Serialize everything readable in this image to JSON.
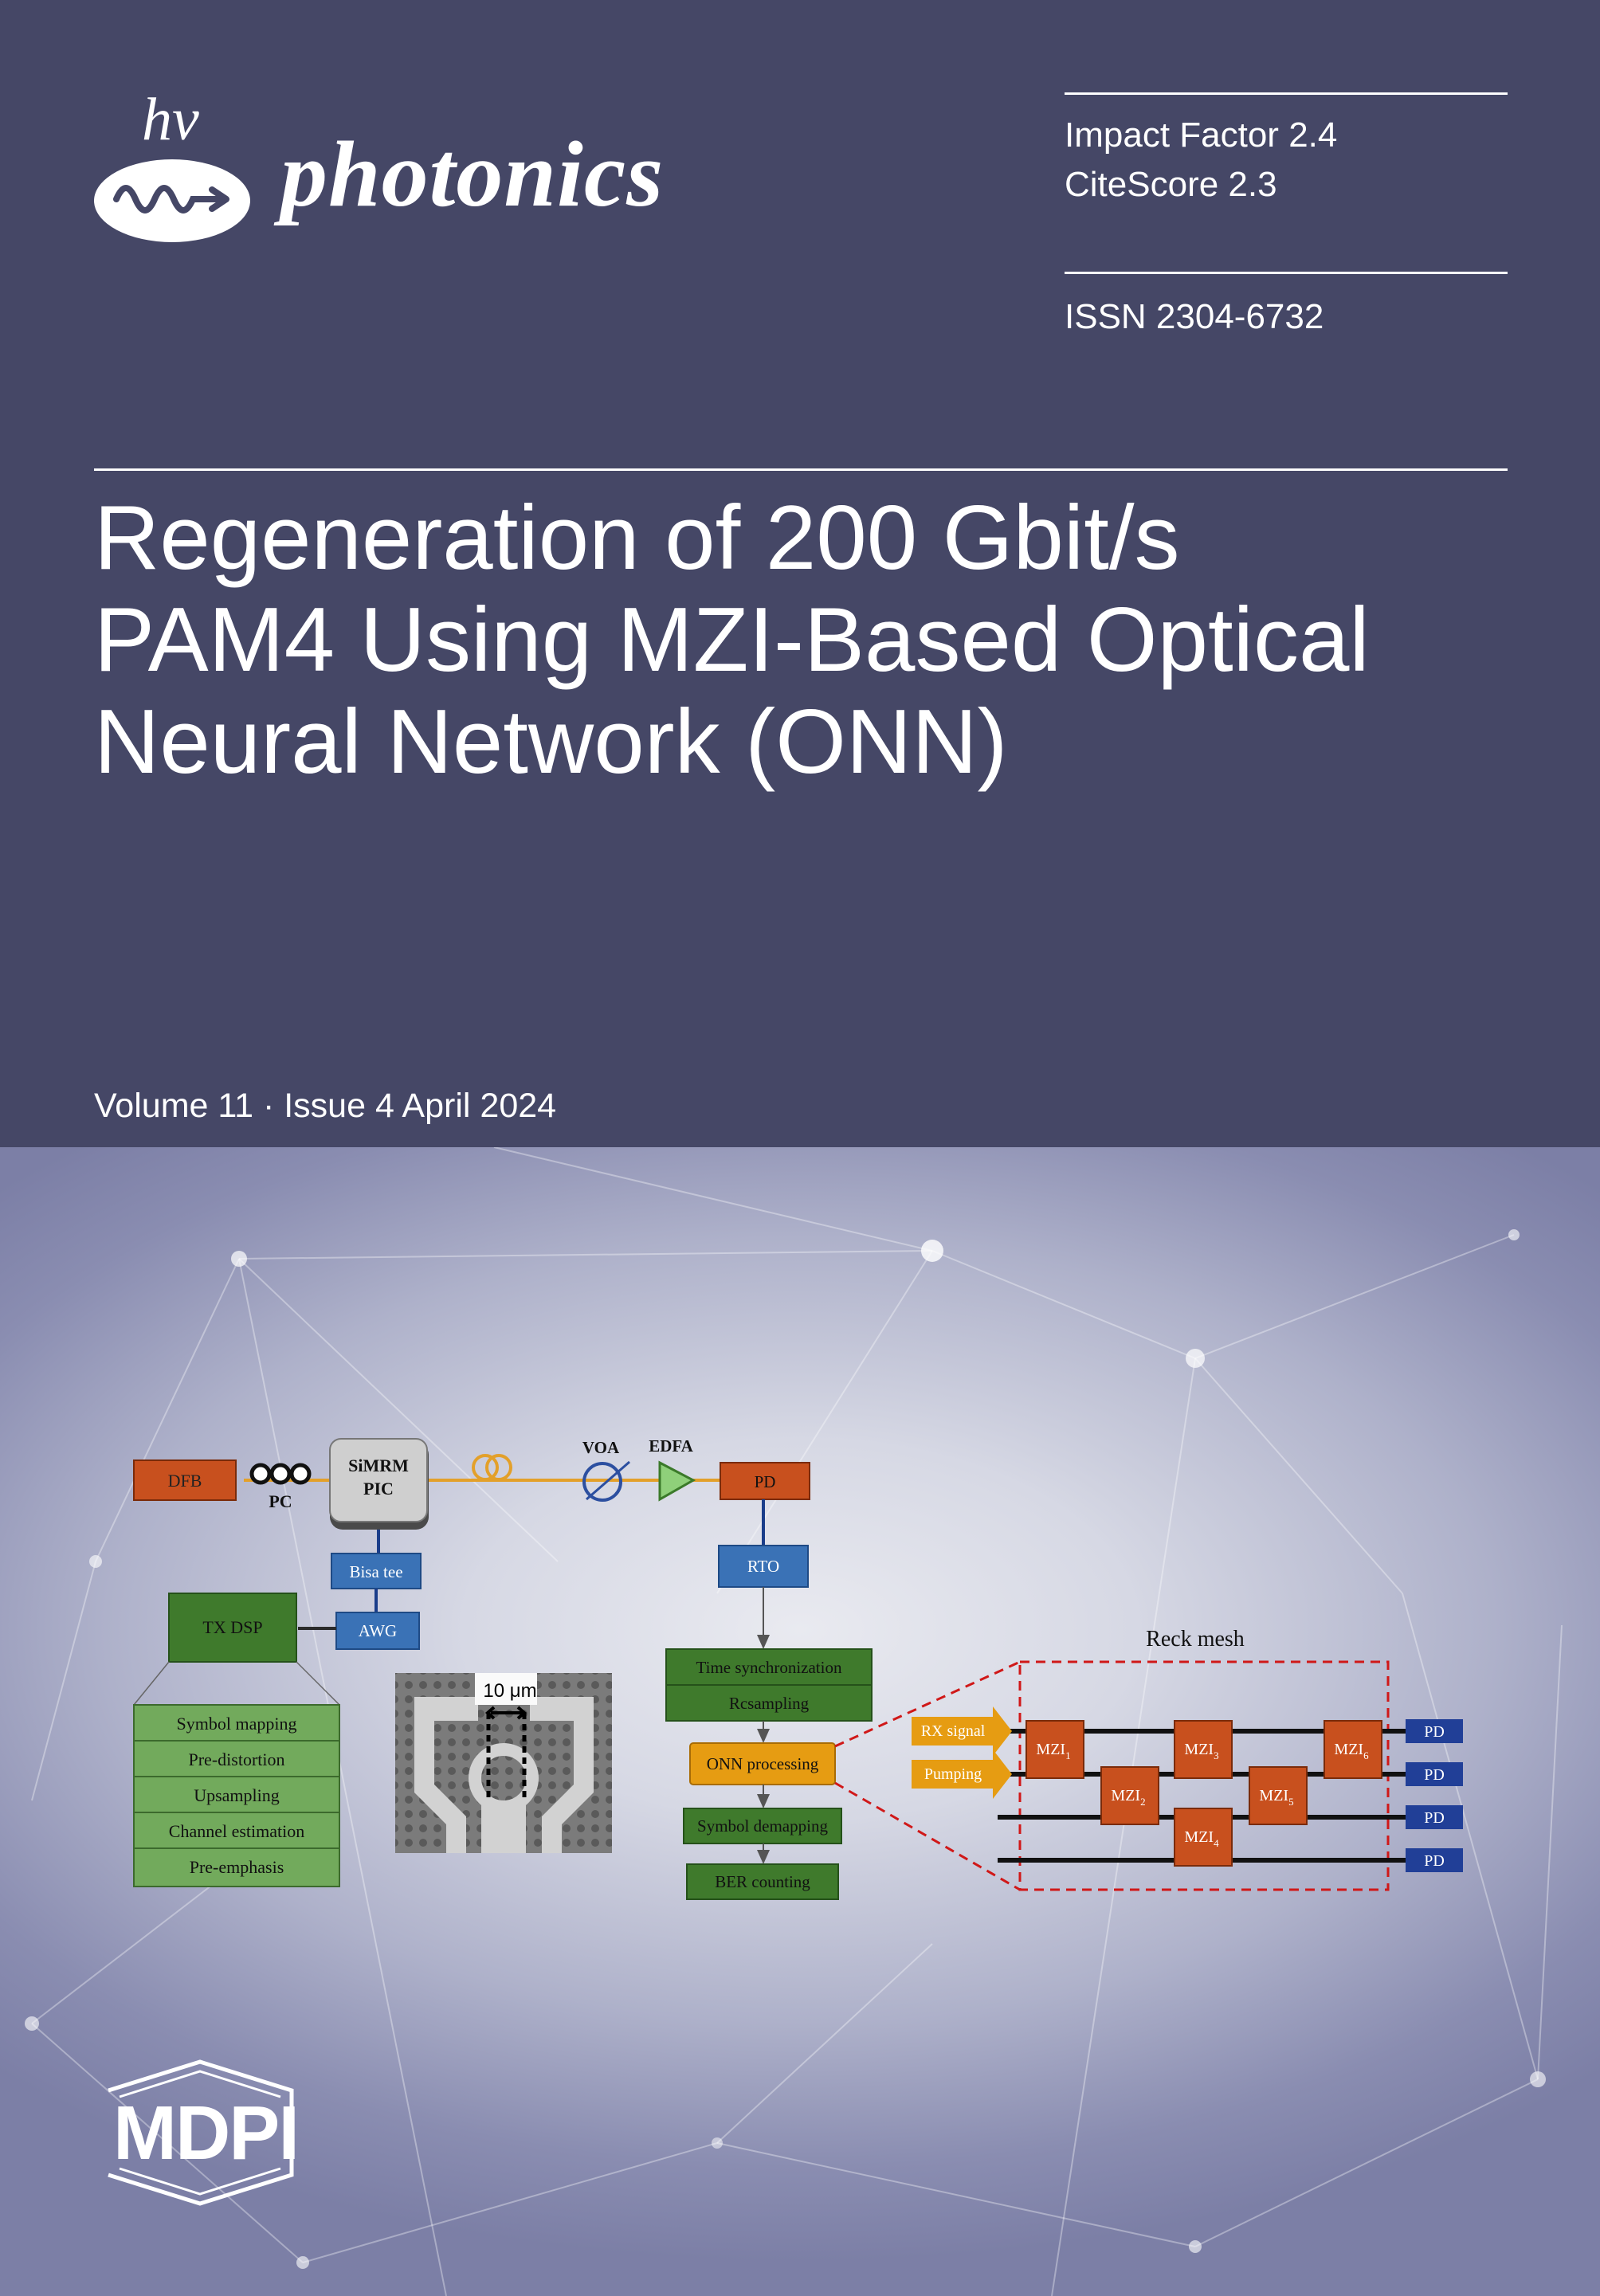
{
  "journal": {
    "logo_hv": "hv",
    "name": "photonics",
    "impact_factor": "Impact Factor 2.4",
    "citescore": "CiteScore 2.3",
    "issn": "ISSN 2304-6732"
  },
  "article": {
    "title_lines": [
      "Regeneration of 200 Gbit/s",
      "PAM4 Using MZI-Based Optical",
      "Neural Network (ONN)"
    ]
  },
  "issue": {
    "line": "Volume 11 · Issue 4 April 2024"
  },
  "diagram": {
    "tx": {
      "dfb": "DFB",
      "pc": "PC",
      "simrm_line1": "SiMRM",
      "simrm_line2": "PIC",
      "bias_tee": "Bisa tee",
      "awg": "AWG",
      "tx_dsp": "TX DSP",
      "dsp_steps": [
        "Symbol mapping",
        "Pre-distortion",
        "Upsampling",
        "Channel estimation",
        "Pre-emphasis"
      ]
    },
    "link": {
      "voa": "VOA",
      "edfa": "EDFA",
      "pd": "PD",
      "rto": "RTO"
    },
    "rx": {
      "time_sync": "Time synchronization",
      "resampling": "Rcsampling",
      "onn": "ONN processing",
      "symbol_demapping": "Symbol demapping",
      "ber": "BER counting"
    },
    "micrograph": {
      "scale": "10 μm"
    },
    "reck": {
      "label": "Reck mesh",
      "rx_signal": "RX signal",
      "pumping": "Pumping",
      "mzi_prefix": "MZI",
      "mzi_subscripts": [
        "1",
        "2",
        "3",
        "4",
        "5",
        "6"
      ],
      "pd_labels": [
        "PD",
        "PD",
        "PD",
        "PD"
      ]
    },
    "colors": {
      "orange_box": "#c8501e",
      "blue_box": "#3a72b6",
      "green_dark": "#3f7a2c",
      "green_light": "#72aa5c",
      "amber": "#e69c12",
      "navy_pd": "#213f97",
      "fiber": "#e3a02a",
      "dashed_red": "#d01818"
    }
  },
  "publisher": {
    "logo_text": "MDPI"
  }
}
